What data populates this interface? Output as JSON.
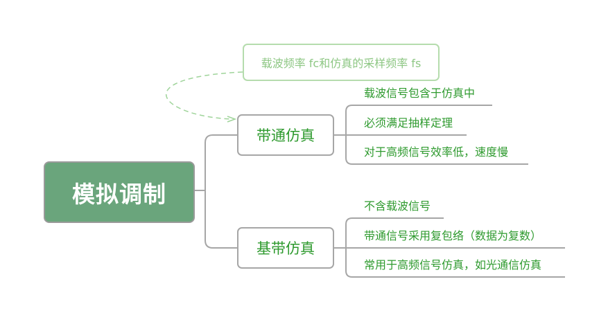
{
  "root": {
    "label": "模拟调制"
  },
  "note": {
    "label": "载波频率 fc和仿真的采样频率 fs"
  },
  "branches": [
    {
      "label": "带通仿真",
      "leaves": [
        {
          "label": "载波信号包含于仿真中"
        },
        {
          "label": "必须满足抽样定理"
        },
        {
          "label": "对于高频信号效率低，速度慢"
        }
      ]
    },
    {
      "label": "基带仿真",
      "leaves": [
        {
          "label": "不含载波信号"
        },
        {
          "label": "带通信号采用复包络（数据为复数）"
        },
        {
          "label": "常用于高频信号仿真，如光通信仿真"
        }
      ]
    }
  ],
  "colors": {
    "root_fill": "#6aa57c",
    "branch_text": "#2e9a2e",
    "note_border": "#b5dcad",
    "note_text": "#8ec784",
    "connector": "#a6a6a6",
    "dashed_connector": "#9fd49a"
  }
}
